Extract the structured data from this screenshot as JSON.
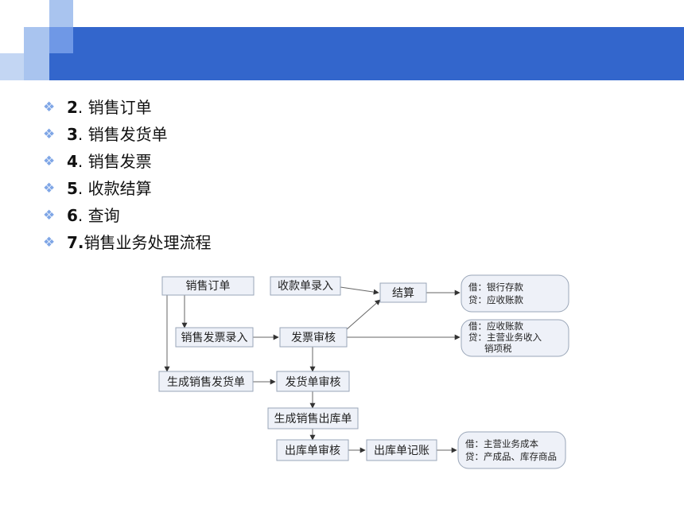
{
  "bullets": [
    {
      "num": "2",
      "sep": ". ",
      "text": "销售订单"
    },
    {
      "num": "3",
      "sep": ". ",
      "text": "销售发货单"
    },
    {
      "num": "4",
      "sep": ". ",
      "text": "销售发票"
    },
    {
      "num": "5",
      "sep": ". ",
      "text": "收款结算"
    },
    {
      "num": "6",
      "sep": ". ",
      "text": "查询"
    },
    {
      "num": "7.",
      "sep": "",
      "text": "销售业务处理流程"
    }
  ],
  "flowchart": {
    "nodes": {
      "sales_order": "销售订单",
      "receipt_entry": "收款单录入",
      "settlement": "结算",
      "invoice_entry": "销售发票录入",
      "invoice_audit": "发票审核",
      "gen_delivery": "生成销售发货单",
      "delivery_audit": "发货单审核",
      "gen_outbound": "生成销售出库单",
      "outbound_audit": "出库单审核",
      "outbound_post": "出库单记账"
    },
    "notes": {
      "note1": [
        "借：银行存款",
        "贷：应收账款"
      ],
      "note2": [
        "借：应收账款",
        "贷：主营业务收入",
        "销项税"
      ],
      "note3": [
        "借：主营业务成本",
        "贷：产成品、库存商品"
      ]
    }
  }
}
